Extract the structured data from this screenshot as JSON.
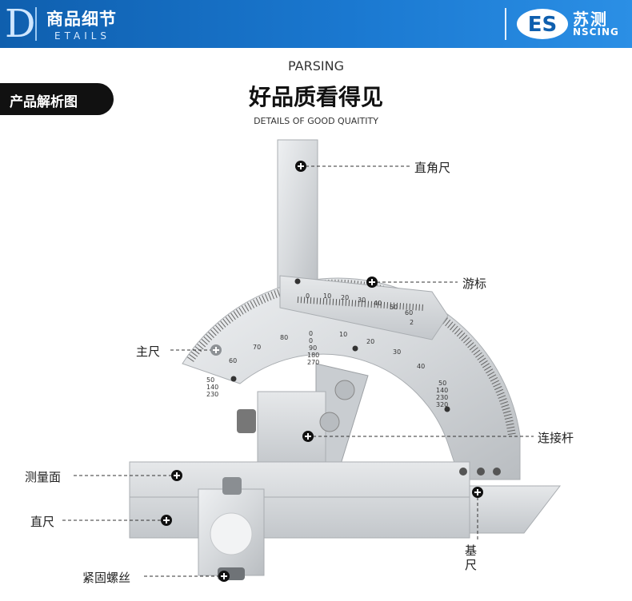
{
  "header": {
    "letter": "D",
    "title": "商品细节",
    "subtitle": "ETAILS",
    "brand_logo_text": "ES",
    "brand_cn": "苏测",
    "brand_en": "NSCING"
  },
  "section_tag": "产品解析图",
  "intro": {
    "parsing": "PARSING",
    "headline": "好品质看得见",
    "tagline": "DETAILS OF GOOD QUAITITY"
  },
  "callouts": {
    "square_ruler": "直角尺",
    "vernier": "游标",
    "main_scale": "主尺",
    "connecting_rod": "连接杆",
    "measuring_face": "测量面",
    "straight_ruler": "直尺",
    "base_ruler_char1": "基",
    "base_ruler_char2": "尺",
    "lock_screw": "紧固螺丝"
  },
  "scale_labels": {
    "vernier": [
      "0",
      "10",
      "20",
      "30",
      "40",
      "50",
      "60",
      "2"
    ],
    "main_outer": [
      "50",
      "60",
      "70",
      "80",
      "0",
      "10",
      "20",
      "30",
      "40",
      "50"
    ],
    "main_inner_left": [
      "140",
      "230"
    ],
    "main_inner_right": [
      "140",
      "230",
      "320"
    ],
    "center_stack": [
      "0",
      "90",
      "180",
      "270"
    ]
  },
  "colors": {
    "header_start": "#0f5fae",
    "header_end": "#2b8fe5",
    "metal": "#d9dcdf",
    "tag_bg": "#111111"
  }
}
